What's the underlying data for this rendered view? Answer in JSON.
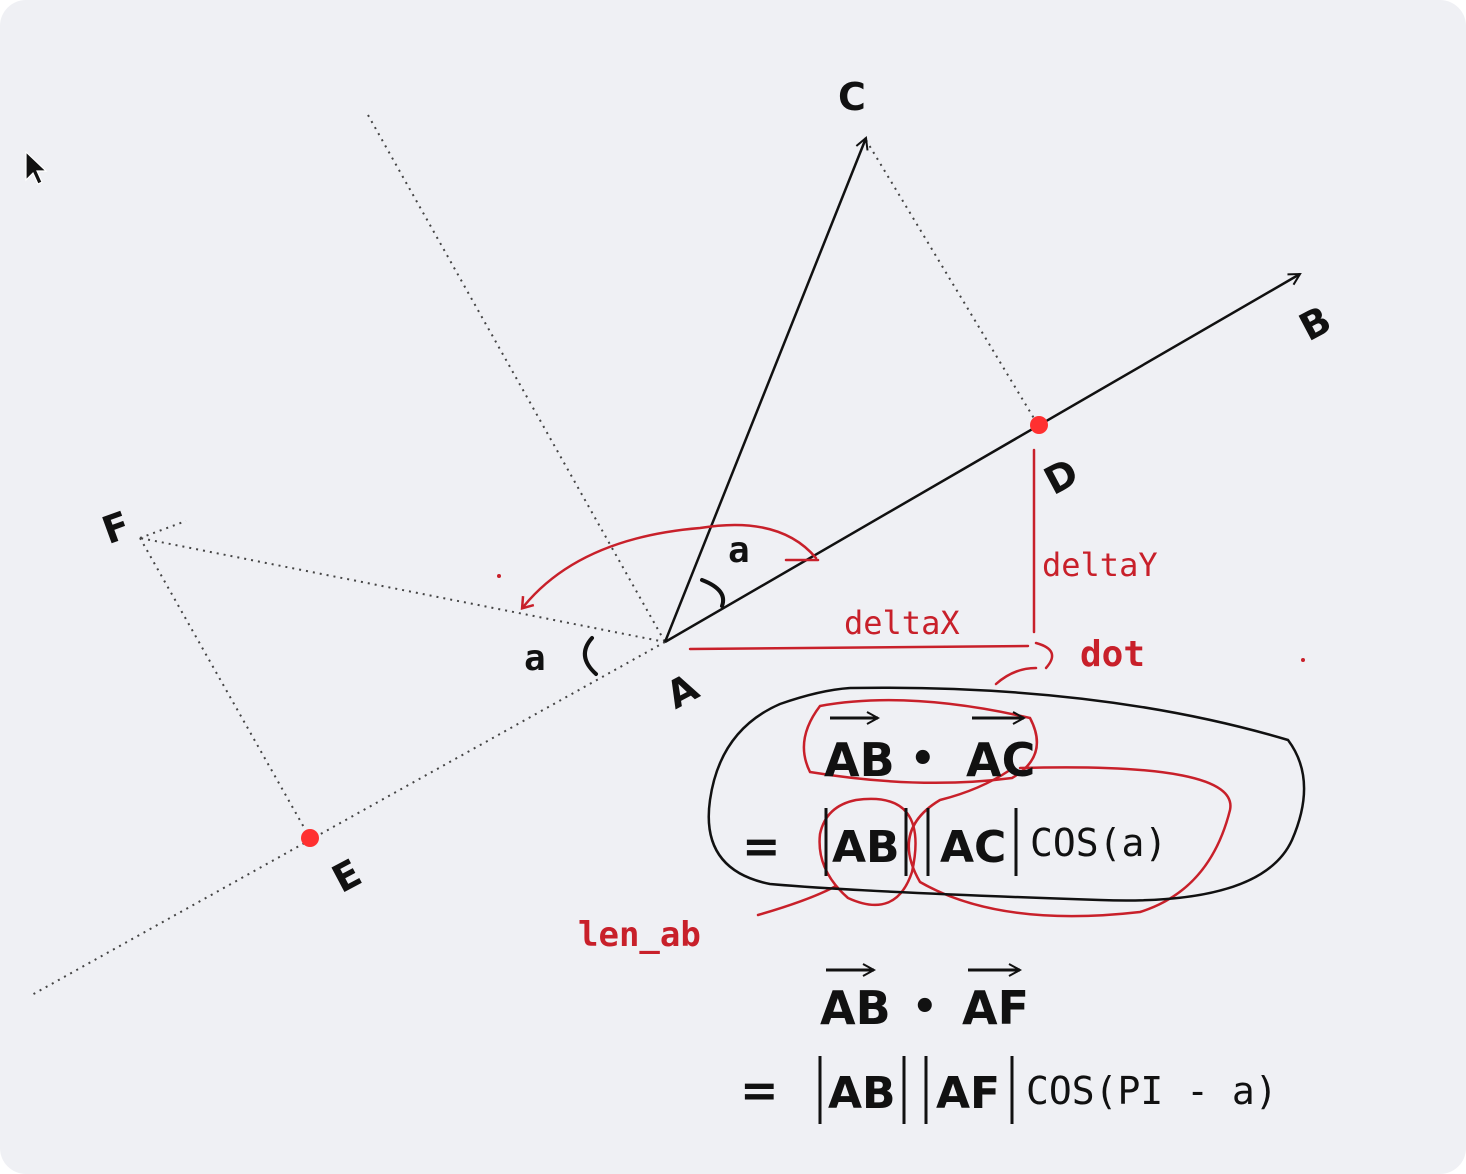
{
  "colors": {
    "background": "#eff0f4",
    "ink": "#111111",
    "annotation": "#c8202a",
    "point": "#ff3030"
  },
  "cursor": {
    "icon": "arrow-cursor-icon"
  },
  "points": {
    "A": "A",
    "B": "B",
    "C": "C",
    "D": "D",
    "E": "E",
    "F": "F"
  },
  "angle_labels": {
    "between_ab_ac": "a",
    "between_ae_af": "a"
  },
  "annotations": {
    "delta_x": "deltaX",
    "delta_y": "deltaY",
    "dot": "dot",
    "len_ab": "len_ab"
  },
  "formula1": {
    "vec_ab": "AB",
    "dot_op": "•",
    "vec_ac": "AC",
    "equals": "=",
    "abs_ab": "AB",
    "abs_ac": "AC",
    "cos": "COS(a)"
  },
  "formula2": {
    "vec_ab": "AB",
    "dot_op": "•",
    "vec_af": "AF",
    "equals": "=",
    "abs_ab": "AB",
    "abs_af": "AF",
    "cos": "COS(PI - a)"
  }
}
